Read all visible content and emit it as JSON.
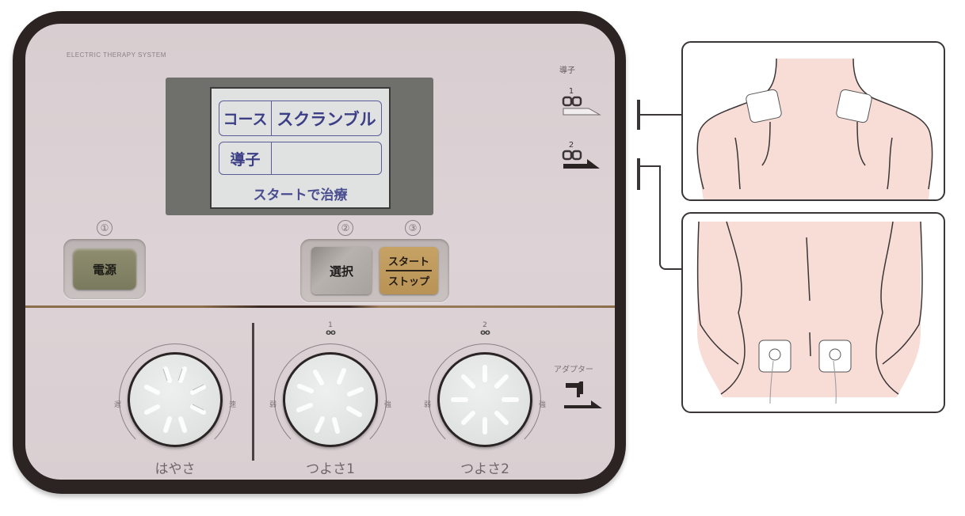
{
  "device": {
    "brand": "ELECTRIC THERAPY SYSTEM",
    "colors": {
      "body": "#2b2423",
      "face": "#dad0d3",
      "lcd_bg": "#dfe2e0",
      "lcd_text": "#3d3f86",
      "power_button": "#85836a",
      "select_button": "#a8a29f",
      "start_button": "#c0995c",
      "dial": "#e5e8e7"
    }
  },
  "lcd": {
    "course_label": "コース",
    "course_value": "スクランブル",
    "electrode_label": "導子",
    "electrode_value": "",
    "message": "スタートで治療"
  },
  "buttons": {
    "power": {
      "step": "①",
      "label": "電源"
    },
    "select": {
      "step": "②",
      "label": "選択"
    },
    "start_stop": {
      "step": "③",
      "label_top": "スタート",
      "label_bottom": "ストップ"
    }
  },
  "dials": [
    {
      "name": "speed",
      "label": "はやさ",
      "channel": "",
      "min_label": "遅",
      "max_label": "速"
    },
    {
      "name": "strength-1",
      "label": "つよさ1",
      "channel": "1",
      "min_label": "弱",
      "max_label": "強"
    },
    {
      "name": "strength-2",
      "label": "つよさ2",
      "channel": "2",
      "min_label": "弱",
      "max_label": "強"
    }
  ],
  "jacks": {
    "title": "導子",
    "outputs": [
      {
        "number": "1",
        "icon": "electrode-pair-icon"
      },
      {
        "number": "2",
        "icon": "electrode-pair-icon"
      }
    ],
    "adapter_label": "アダプター",
    "adapter_icon": "plug-icon"
  },
  "illustrations": [
    {
      "name": "shoulders",
      "pads": 2,
      "connected_to": "1"
    },
    {
      "name": "lower-back",
      "pads": 2,
      "connected_to": "2"
    }
  ]
}
